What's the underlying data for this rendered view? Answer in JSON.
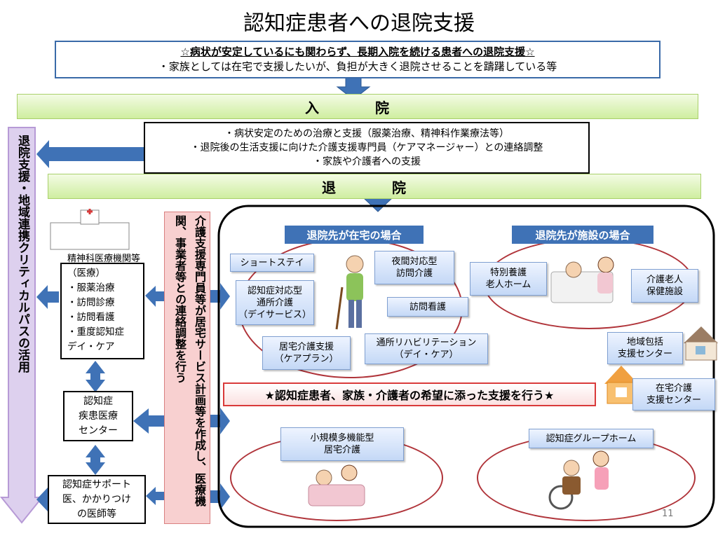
{
  "title": "認知症患者への退院支援",
  "top_box": {
    "line1": "☆病状が安定しているにも関わらず、長期入院を続ける患者への退院支援☆",
    "line2": "・家族としては在宅で支援したいが、負担が大きく退院させることを躊躇している等"
  },
  "admission": "入　院",
  "hospital_box": {
    "line1": "・病状安定のための治療と支援（服薬治療、精神科作業療法等）",
    "line2": "・退院後の生活支援に向けた介護支援専門員（ケアマネージャー）との連絡調整",
    "line3": "・家族や介護者への支援"
  },
  "discharge": "退　院",
  "left_vertical": "退院支援・地域連携クリティカルパスの活用",
  "psych_label": "精神科医療機関等",
  "medical_box": [
    "（医療）",
    "・服薬治療",
    "・訪問診療",
    "・訪問看護",
    "・重度認知症",
    "デイ・ケア"
  ],
  "center_box": [
    "認知症",
    "疾患医療",
    "センター"
  ],
  "support_box": [
    "認知症サポート",
    "医、かかりつけ",
    "の医師等"
  ],
  "care_manager": "介護支援専門員等が居宅サービス計画等を作成し、医療機関、事業者等との連絡調整を行う",
  "home_header": "退院先が在宅の場合",
  "facility_header": "退院先が施設の場合",
  "home_services": {
    "short_stay": "ショートステイ",
    "night_visit": [
      "夜間対応型",
      "訪問介護"
    ],
    "day_service": [
      "認知症対応型",
      "通所介護",
      "（デイサービス）"
    ],
    "visit_nursing": "訪問看護",
    "care_plan": [
      "居宅介護支援",
      "（ケアプラン）"
    ],
    "rehab": [
      "通所リハビリテーション",
      "（デイ・ケア）"
    ]
  },
  "facility_services": {
    "special_nursing": [
      "特別養護",
      "老人ホーム"
    ],
    "health_facility": [
      "介護老人",
      "保健施設"
    ]
  },
  "community_center": [
    "地域包括",
    "支援センター"
  ],
  "home_care_center": [
    "在宅介護",
    "支援センター"
  ],
  "banner": "★認知症患者、家族・介護者の希望に添った支援を行う★",
  "small_multi": [
    "小規模多機能型",
    "居宅介護"
  ],
  "group_home": "認知症グループホーム",
  "page_number": "11",
  "colors": {
    "accent": "#3f72b6",
    "banner_border": "#d93a3a",
    "ellipse": "#b0343a",
    "vertical_arrow": "#c9b4e0"
  }
}
